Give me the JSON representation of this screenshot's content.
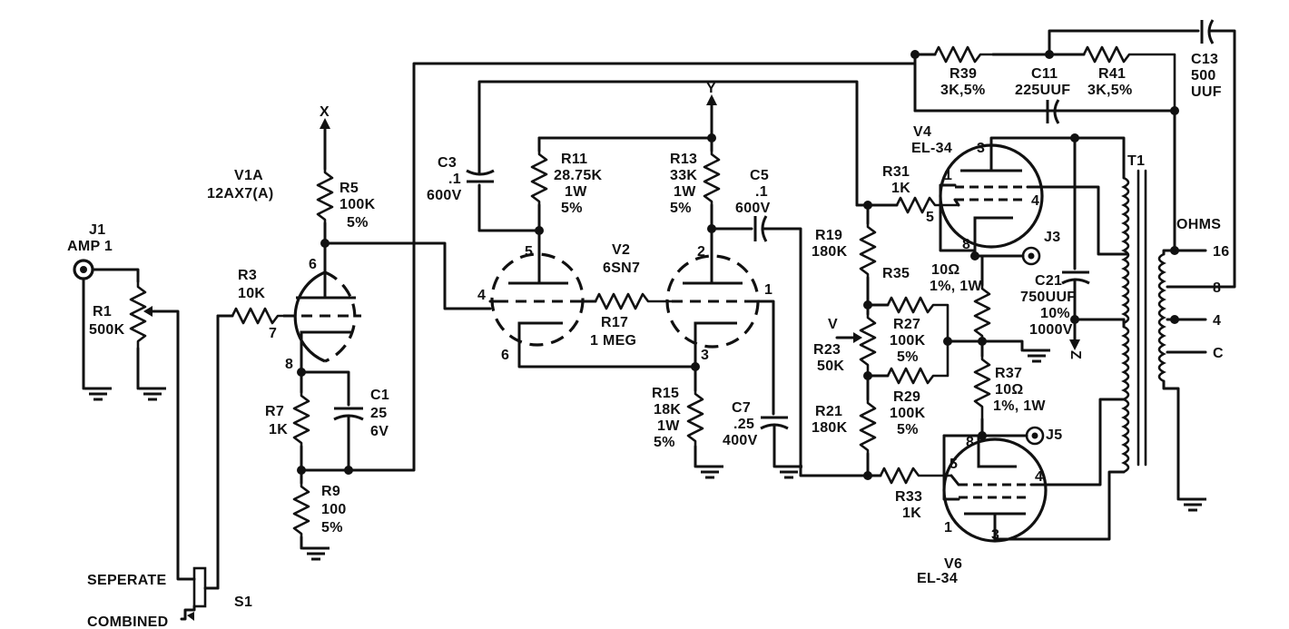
{
  "labels": {
    "x": "X",
    "y": "Y",
    "z": "Z",
    "v": "V",
    "v1a_name": "V1A",
    "v1a_type": "12AX7(A)",
    "j1_name": "J1",
    "j1_sub": "AMP 1",
    "r1_name": "R1",
    "r1_val": "500K",
    "r3_name": "R3",
    "r3_val": "10K",
    "r5_name": "R5",
    "r5_val": "100K",
    "r5_tol": "5%",
    "r7_name": "R7",
    "r7_val": "1K",
    "c1_name": "C1",
    "c1_val": "25",
    "c1_volt": "6V",
    "r9_name": "R9",
    "r9_val": "100",
    "r9_tol": "5%",
    "seperate": "SEPERATE",
    "combined": "COMBINED",
    "s1": "S1",
    "c3_name": "C3",
    "c3_val": ".1",
    "c3_volt": "600V",
    "r11_name": "R11",
    "r11_val": "28.75K",
    "r11_watt": "1W",
    "r11_tol": "5%",
    "r13_name": "R13",
    "r13_val": "33K",
    "r13_watt": "1W",
    "r13_tol": "5%",
    "c5_name": "C5",
    "c5_val": ".1",
    "c5_volt": "600V",
    "v2_name": "V2",
    "v2_type": "6SN7",
    "r17_name": "R17",
    "r17_val": "1 MEG",
    "r15_name": "R15",
    "r15_val": "18K",
    "r15_watt": "1W",
    "r15_tol": "5%",
    "c7_name": "C7",
    "c7_val": ".25",
    "c7_volt": "400V",
    "r19_name": "R19",
    "r19_val": "180K",
    "r23_name": "R23",
    "r23_val": "50K",
    "r21_name": "R21",
    "r21_val": "180K",
    "r27_name": "R27",
    "r27_val": "100K",
    "r27_tol": "5%",
    "r29_name": "R29",
    "r29_val": "100K",
    "r29_tol": "5%",
    "r31_name": "R31",
    "r31_val": "1K",
    "r33_name": "R33",
    "r33_val": "1K",
    "r35_name": "R35",
    "r35_val": "10Ω",
    "r35_spec": "1%, 1W",
    "r37_name": "R37",
    "r37_val": "10Ω",
    "r37_spec": "1%, 1W",
    "v4_name": "V4",
    "v4_type": "EL-34",
    "v6_name": "V6",
    "v6_type": "EL-34",
    "j3": "J3",
    "j5": "J5",
    "c21_name": "C21",
    "c21_val": "750UUF",
    "c21_tol": "10%",
    "c21_volt": "1000V",
    "t1": "T1",
    "ohms": "OHMS",
    "tap_16": "16",
    "tap_8": "8",
    "tap_4": "4",
    "tap_c": "C",
    "r39_name": "R39",
    "r39_val": "3K,5%",
    "c11_name": "C11",
    "c11_val": "225UUF",
    "r41_name": "R41",
    "r41_val": "3K,5%",
    "c13_name": "C13",
    "c13_val": "500",
    "c13_unit": "UUF"
  },
  "pins": {
    "v1a_plate": "6",
    "v1a_grid": "7",
    "v1a_cathode": "8",
    "v2a_plate": "5",
    "v2a_grid": "4",
    "v2a_cathode": "6",
    "v2b_plate": "2",
    "v2b_grid": "1",
    "v2b_cathode": "3",
    "v4_plate": "3",
    "v4_g1": "1",
    "v4_screen": "4",
    "v4_g2": "5",
    "v4_cathode": "8",
    "v6_plate": "3",
    "v6_g1": "1",
    "v6_screen": "4",
    "v6_g2": "5",
    "v6_cathode": "8"
  }
}
